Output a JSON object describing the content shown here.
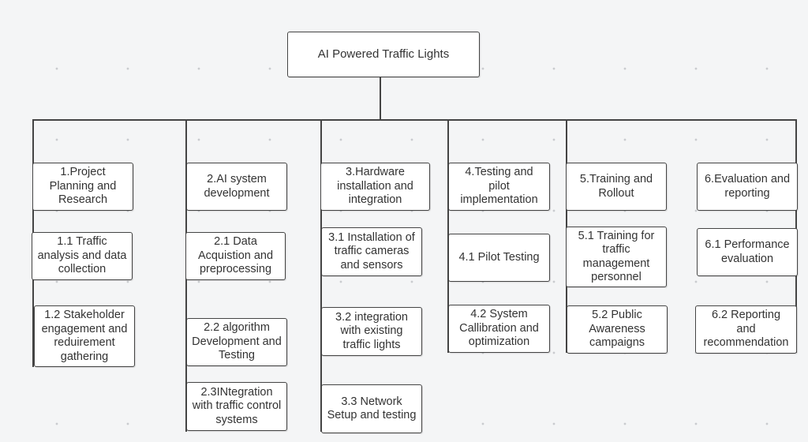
{
  "root": {
    "label": "AI Powered Traffic Lights"
  },
  "phases": [
    {
      "label": "1.Project\nPlanning and\nResearch",
      "tasks": [
        {
          "label": "1.1 Traffic\nanalysis and data\ncollection"
        },
        {
          "label": "1.2 Stakeholder\nengagement and\nreduirement\ngathering"
        }
      ]
    },
    {
      "label": "2.AI system\ndevelopment",
      "tasks": [
        {
          "label": "2.1 Data\nAcquistion and\npreprocessing"
        },
        {
          "label": "2.2 algorithm\nDevelopment and\nTesting"
        },
        {
          "label": "2.3INtegration\nwith traffic control\nsystems"
        }
      ]
    },
    {
      "label": "3.Hardware\ninstallation and\nintegration",
      "tasks": [
        {
          "label": "3.1 Installation of\ntraffic cameras\nand sensors"
        },
        {
          "label": "3.2 integration\nwith existing\ntraffic lights"
        },
        {
          "label": "3.3 Network\nSetup and testing"
        }
      ]
    },
    {
      "label": "4.Testing and\npilot\nimplementation",
      "tasks": [
        {
          "label": "4.1 Pilot Testing"
        },
        {
          "label": "4.2 System\nCallibration and\noptimization"
        }
      ]
    },
    {
      "label": "5.Training and\nRollout",
      "tasks": [
        {
          "label": "5.1 Training for\ntraffic\nmanagement\npersonnel"
        },
        {
          "label": "5.2 Public\nAwareness\ncampaigns"
        }
      ]
    },
    {
      "label": "6.Evaluation and\nreporting",
      "tasks": [
        {
          "label": "6.1 Performance\nevaluation"
        },
        {
          "label": "6.2 Reporting\nand\nrecommendation"
        }
      ]
    }
  ]
}
